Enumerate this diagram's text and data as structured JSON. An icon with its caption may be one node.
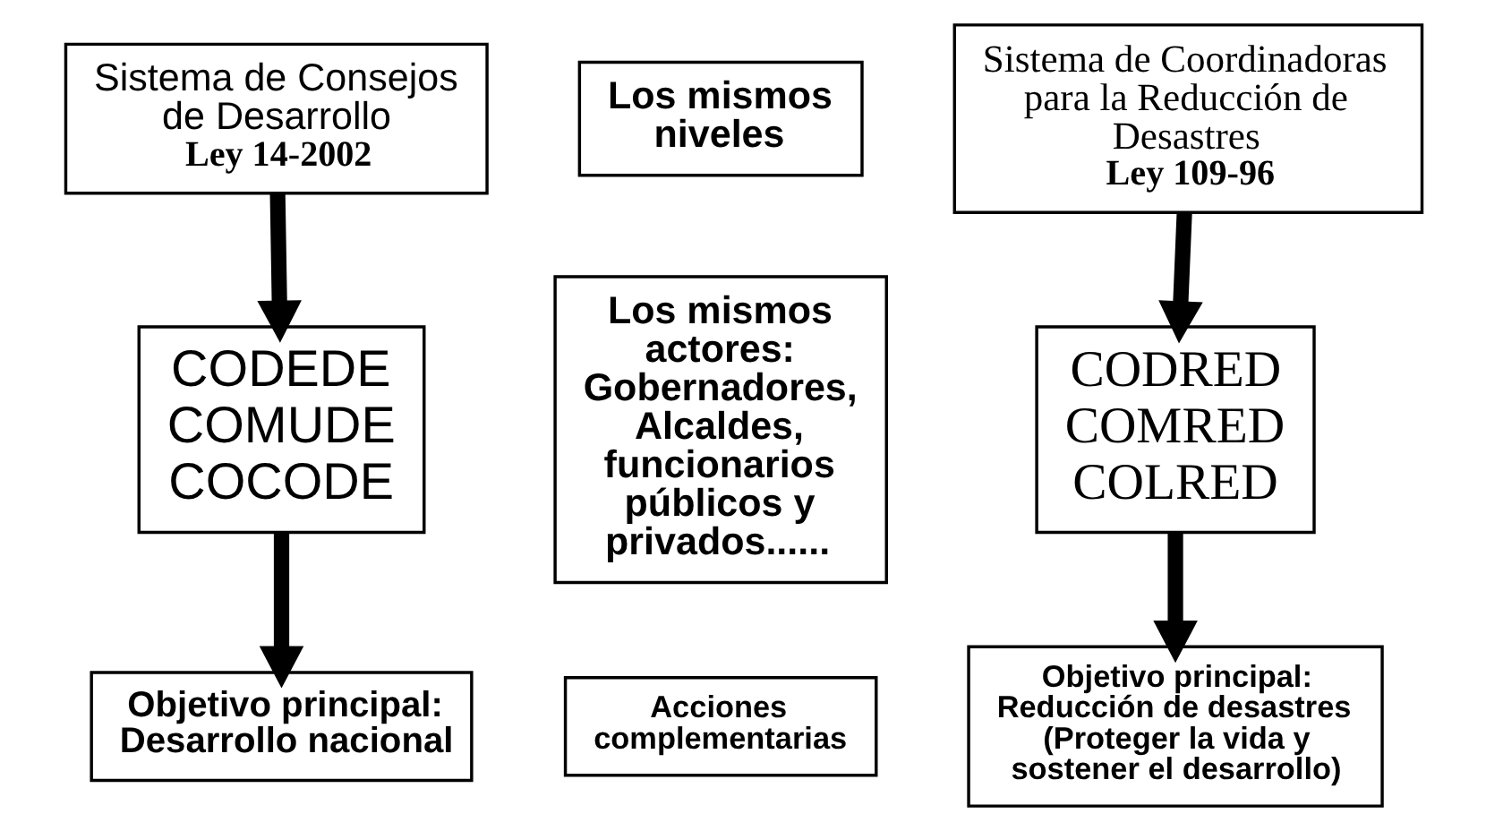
{
  "diagram": {
    "nodes": [
      {
        "text": [
          "Sistema de Consejos de Desarrollo",
          "Ley 14-2002"
        ]
      },
      {
        "text": [
          "CODEDE COMUDE COCODE"
        ]
      },
      {
        "text": [
          "Objetivo principal: Desarrollo nacional"
        ]
      },
      {
        "text": [
          "Los mismos niveles"
        ]
      },
      {
        "text": [
          "Los mismos actores: Gobernadores, Alcaldes, funcionarios públicos y privados......"
        ]
      },
      {
        "text": [
          "Acciones complementarias"
        ]
      },
      {
        "text": [
          "Sistema de Coordinadoras para la Reducción de Desastres",
          "Ley 109-96"
        ]
      },
      {
        "text": [
          "CODRED COMRED COLRED"
        ]
      },
      {
        "text": [
          "Objetivo principal: Reducción de desastres (Proteger la vida y sostener el desarrollo)"
        ]
      }
    ],
    "edges": [
      {
        "from": 0,
        "to": 1,
        "arrow": "to"
      },
      {
        "from": 1,
        "to": 2,
        "arrow": "to"
      },
      {
        "from": 6,
        "to": 7,
        "arrow": "to"
      },
      {
        "from": 7,
        "to": 8,
        "arrow": "to"
      }
    ]
  }
}
